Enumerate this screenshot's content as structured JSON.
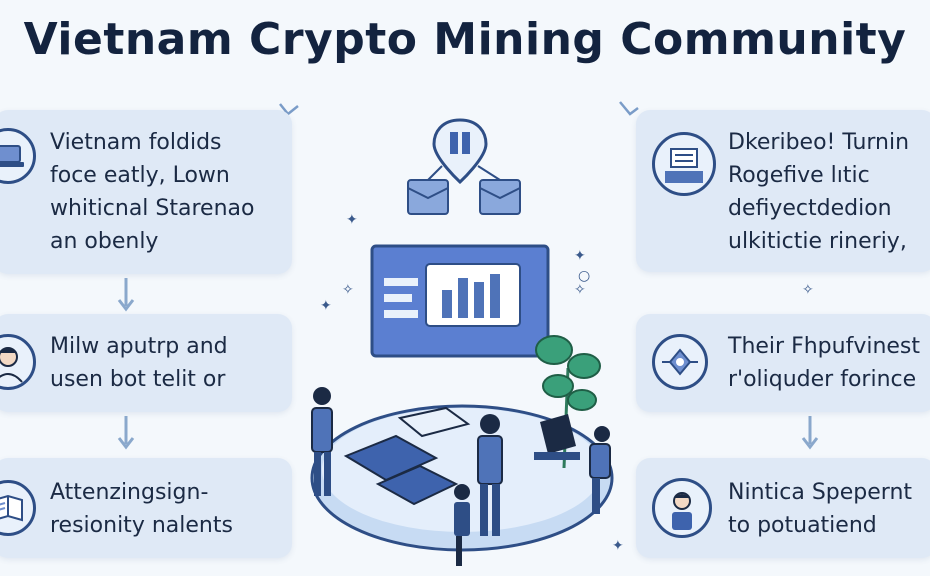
{
  "title": "Vietnam Crypto Mining Community",
  "left_cards": [
    {
      "icon": "laptop-icon",
      "text": "Vietnam foldids\nfoce eatly, Lown\nwhiticnal Starenao\nan obenly"
    },
    {
      "icon": "person-icon",
      "text": "Milw aputrp and\nusen bot telit or"
    },
    {
      "icon": "document-icon",
      "text": "Attenzingsign-\nresionity nalents"
    }
  ],
  "right_cards": [
    {
      "icon": "server-icon",
      "text": "Dkeribеo! Turnin\nRogefive lıtic\ndefiyectdedion\nulkitictie rineriy,"
    },
    {
      "icon": "network-icon",
      "text": "Their Fhpufvinest\nr'oliquder forince"
    },
    {
      "icon": "worker-icon",
      "text": "Nintica Spepernt\nto potuatiend"
    }
  ],
  "colors": {
    "accent": "#2e4e86",
    "card_bg": "#dfe9f6",
    "screen_blue": "#5b7fd1",
    "platform": "#c7dbf3",
    "plant": "#3aa07a"
  }
}
